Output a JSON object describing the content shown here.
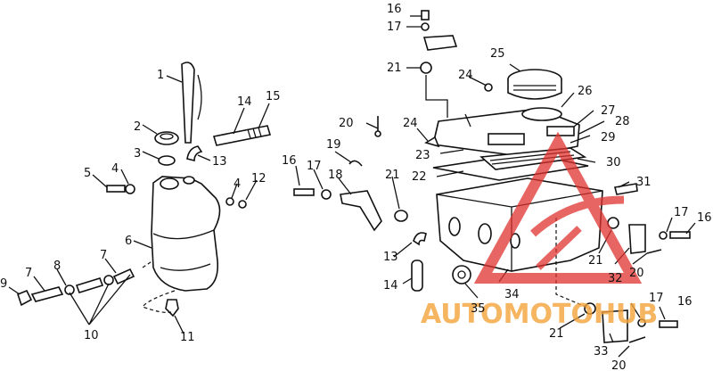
{
  "watermark": {
    "text": "AUTOMOTOHUB",
    "color": "#f2a23a",
    "logo_color": "#e0322e"
  },
  "callouts": [
    {
      "id": "c1",
      "text": "1"
    },
    {
      "id": "c2",
      "text": "2"
    },
    {
      "id": "c3",
      "text": "3"
    },
    {
      "id": "c4a",
      "text": "4"
    },
    {
      "id": "c5",
      "text": "5"
    },
    {
      "id": "c4b",
      "text": "4"
    },
    {
      "id": "c12",
      "text": "12"
    },
    {
      "id": "c6",
      "text": "6"
    },
    {
      "id": "c13a",
      "text": "13"
    },
    {
      "id": "c14a",
      "text": "14"
    },
    {
      "id": "c15",
      "text": "15"
    },
    {
      "id": "c9",
      "text": "9"
    },
    {
      "id": "c7a",
      "text": "7"
    },
    {
      "id": "c8",
      "text": "8"
    },
    {
      "id": "c7b",
      "text": "7"
    },
    {
      "id": "c10",
      "text": "10"
    },
    {
      "id": "c11",
      "text": "11"
    },
    {
      "id": "c16a",
      "text": "16"
    },
    {
      "id": "c17a",
      "text": "17"
    },
    {
      "id": "c21a",
      "text": "21"
    },
    {
      "id": "c24a",
      "text": "24"
    },
    {
      "id": "c25",
      "text": "25"
    },
    {
      "id": "c26",
      "text": "26"
    },
    {
      "id": "c27",
      "text": "27"
    },
    {
      "id": "c28",
      "text": "28"
    },
    {
      "id": "c29",
      "text": "29"
    },
    {
      "id": "c20a",
      "text": "20"
    },
    {
      "id": "c24b",
      "text": "24"
    },
    {
      "id": "c23",
      "text": "23"
    },
    {
      "id": "c19",
      "text": "19"
    },
    {
      "id": "c16b",
      "text": "16"
    },
    {
      "id": "c17b",
      "text": "17"
    },
    {
      "id": "c18",
      "text": "18"
    },
    {
      "id": "c22",
      "text": "22"
    },
    {
      "id": "c30",
      "text": "30"
    },
    {
      "id": "c31",
      "text": "31"
    },
    {
      "id": "c21b",
      "text": "21"
    },
    {
      "id": "c13b",
      "text": "13"
    },
    {
      "id": "c14b",
      "text": "14"
    },
    {
      "id": "c17c",
      "text": "17"
    },
    {
      "id": "c16c",
      "text": "16"
    },
    {
      "id": "c21c",
      "text": "21"
    },
    {
      "id": "c32",
      "text": "32"
    },
    {
      "id": "c20b",
      "text": "20"
    },
    {
      "id": "c34",
      "text": "34"
    },
    {
      "id": "c35",
      "text": "35"
    },
    {
      "id": "c17d",
      "text": "17"
    },
    {
      "id": "c16d",
      "text": "16"
    },
    {
      "id": "c21d",
      "text": "21"
    },
    {
      "id": "c33",
      "text": "33"
    },
    {
      "id": "c20c",
      "text": "20"
    }
  ]
}
